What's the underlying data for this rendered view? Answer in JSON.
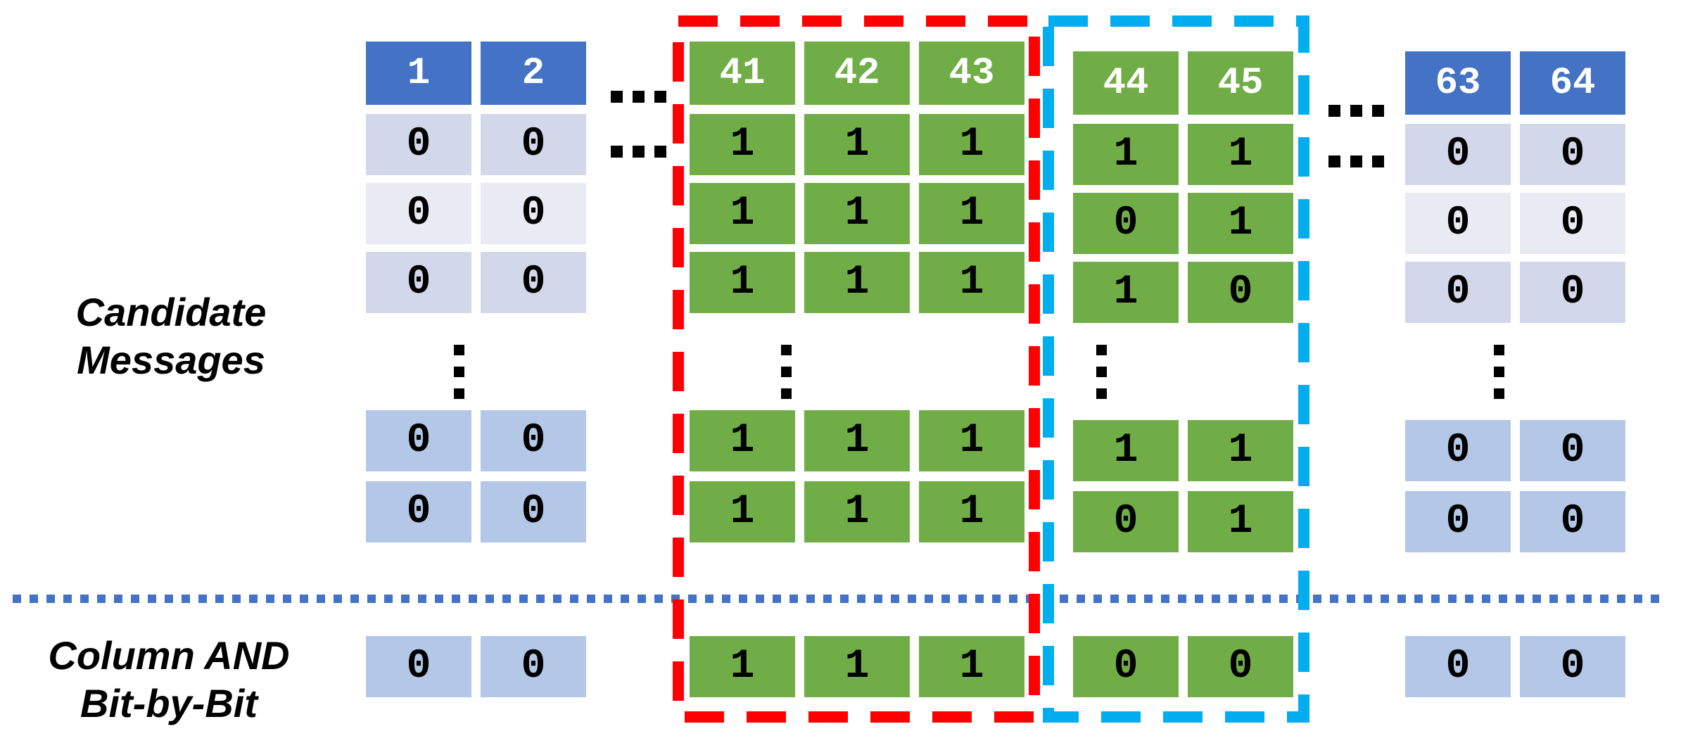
{
  "diagram": {
    "left_labels": {
      "top": [
        "Candidate",
        "Messages"
      ],
      "bottom": [
        "Column AND",
        "Bit-by-Bit"
      ]
    },
    "colors": {
      "header-blue": "#4472C4",
      "green": "#70AD47",
      "light-a": "#D2D8E9",
      "light-b": "#E8EBF4",
      "mid-blue": "#B4C7E7",
      "red-box": "#FF0000",
      "cyan-box": "#00AEEF",
      "divider-blue": "#4472C4",
      "dot-black": "#000000"
    },
    "icons": {
      "horizontal_ellipsis": "…",
      "vertical_ellipsis": "⋮"
    },
    "groups": [
      {
        "id": "1-2",
        "style": "light",
        "headers": [
          "1",
          "2"
        ],
        "rows_top": [
          [
            "0",
            "0"
          ],
          [
            "0",
            "0"
          ],
          [
            "0",
            "0"
          ]
        ],
        "rows_bottom": [
          [
            "0",
            "0"
          ],
          [
            "0",
            "0"
          ]
        ],
        "result": [
          "0",
          "0"
        ]
      },
      {
        "id": "41-43",
        "style": "green",
        "headers": [
          "41",
          "42",
          "43"
        ],
        "rows_top": [
          [
            "1",
            "1",
            "1"
          ],
          [
            "1",
            "1",
            "1"
          ],
          [
            "1",
            "1",
            "1"
          ]
        ],
        "rows_bottom": [
          [
            "1",
            "1",
            "1"
          ],
          [
            "1",
            "1",
            "1"
          ]
        ],
        "result": [
          "1",
          "1",
          "1"
        ]
      },
      {
        "id": "44-45",
        "style": "green",
        "headers": [
          "44",
          "45"
        ],
        "rows_top": [
          [
            "1",
            "1"
          ],
          [
            "0",
            "1"
          ],
          [
            "1",
            "0"
          ]
        ],
        "rows_bottom": [
          [
            "1",
            "1"
          ],
          [
            "0",
            "1"
          ]
        ],
        "result": [
          "0",
          "0"
        ]
      },
      {
        "id": "63-64",
        "style": "light",
        "headers": [
          "63",
          "64"
        ],
        "rows_top": [
          [
            "0",
            "0"
          ],
          [
            "0",
            "0"
          ],
          [
            "0",
            "0"
          ]
        ],
        "rows_bottom": [
          [
            "0",
            "0"
          ],
          [
            "0",
            "0"
          ]
        ],
        "result": [
          "0",
          "0"
        ]
      }
    ]
  }
}
